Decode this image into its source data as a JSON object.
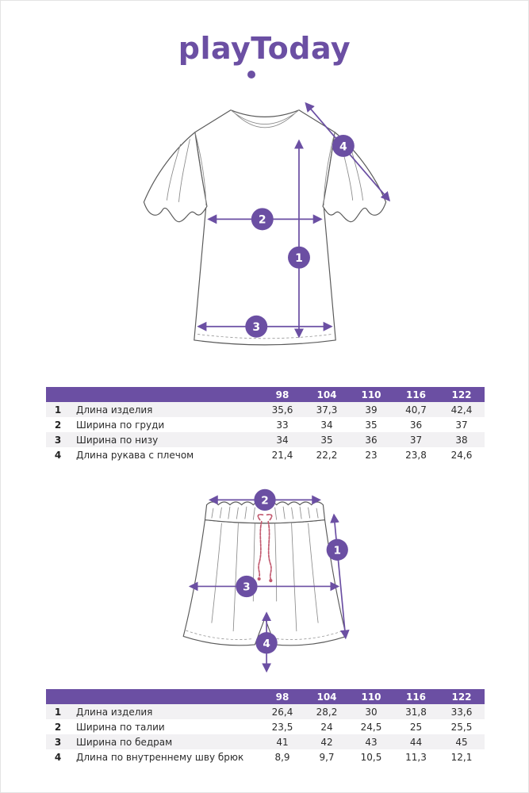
{
  "logo": "playToday",
  "sizes": [
    "98",
    "104",
    "110",
    "116",
    "122"
  ],
  "markers": [
    "1",
    "2",
    "3",
    "4"
  ],
  "top_table": {
    "rows": [
      {
        "num": "1",
        "label": "Длина изделия",
        "values": [
          "35,6",
          "37,3",
          "39",
          "40,7",
          "42,4"
        ]
      },
      {
        "num": "2",
        "label": "Ширина по груди",
        "values": [
          "33",
          "34",
          "35",
          "36",
          "37"
        ]
      },
      {
        "num": "3",
        "label": "Ширина по низу",
        "values": [
          "34",
          "35",
          "36",
          "37",
          "38"
        ]
      },
      {
        "num": "4",
        "label": "Длина рукава с плечом",
        "values": [
          "21,4",
          "22,2",
          "23",
          "23,8",
          "24,6"
        ]
      }
    ]
  },
  "bottom_table": {
    "rows": [
      {
        "num": "1",
        "label": "Длина изделия",
        "values": [
          "26,4",
          "28,2",
          "30",
          "31,8",
          "33,6"
        ]
      },
      {
        "num": "2",
        "label": "Ширина по талии",
        "values": [
          "23,5",
          "24",
          "24,5",
          "25",
          "25,5"
        ]
      },
      {
        "num": "3",
        "label": "Ширина по бедрам",
        "values": [
          "41",
          "42",
          "43",
          "44",
          "45"
        ]
      },
      {
        "num": "4",
        "label": "Длина по внутреннему шву брюк",
        "values": [
          "8,9",
          "9,7",
          "10,5",
          "11,3",
          "12,1"
        ]
      }
    ]
  },
  "colors": {
    "brand_purple": "#6b4fa3",
    "drawstring_pink": "#c2596f",
    "row_alt": "#f2f1f3"
  }
}
